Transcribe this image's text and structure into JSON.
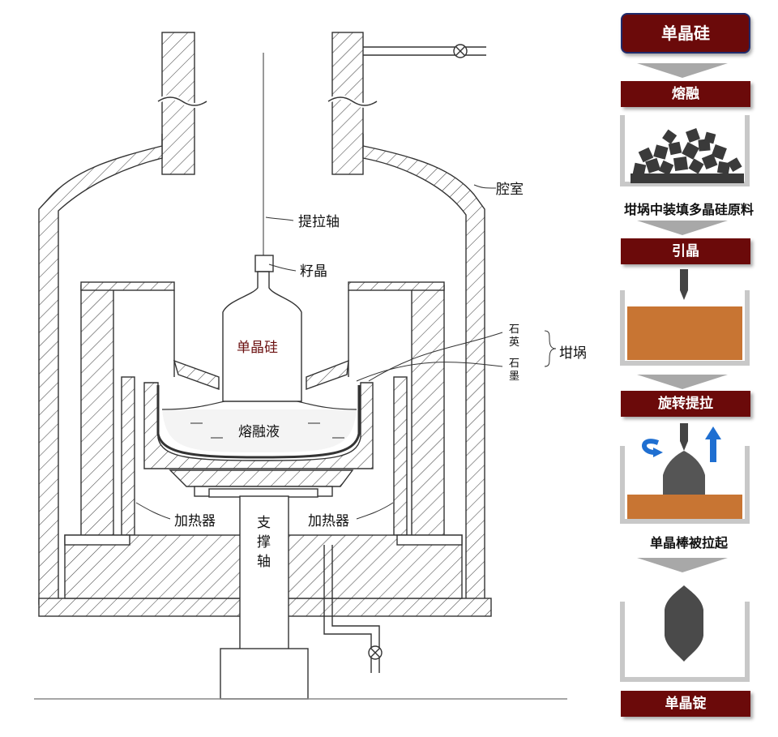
{
  "labels": {
    "chamber": "腔室",
    "pull_shaft": "提拉轴",
    "seed": "籽晶",
    "crystal": "单晶硅",
    "quartz": "石\n英",
    "graphite": "石\n墨",
    "crucible": "坩埚",
    "melt": "熔融液",
    "heater_left": "加热器",
    "heater_right": "加热器",
    "support_shaft": "支\n撑\n轴"
  },
  "flow": {
    "title": "单晶硅",
    "steps": [
      {
        "label": "熔融",
        "caption": "坩埚中装填多晶硅原料"
      },
      {
        "label": "引晶",
        "caption": ""
      },
      {
        "label": "旋转提拉",
        "caption": "单晶棒被拉起"
      },
      {
        "label": "单晶锭",
        "caption": ""
      }
    ]
  },
  "colors": {
    "step_bg": "#6b0a0a",
    "melt": "#c87533",
    "arrow_blue": "#1f6fd1",
    "crucible_gray": "#c8c8c8"
  }
}
